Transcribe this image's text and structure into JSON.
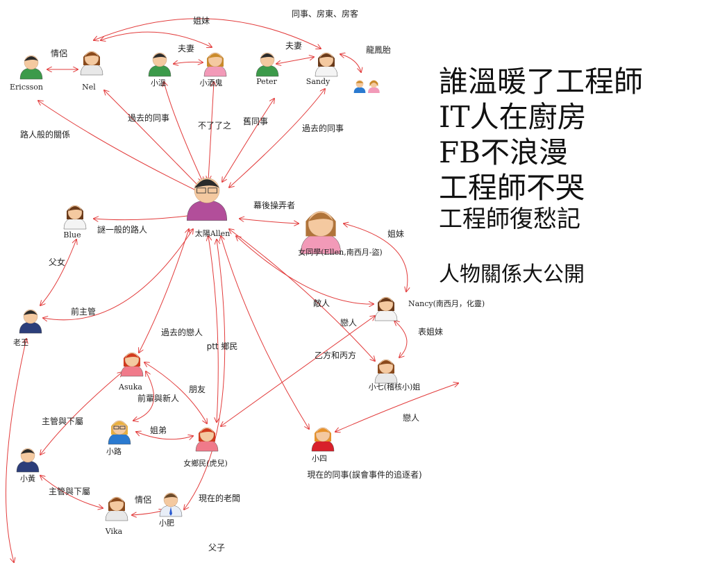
{
  "title_lines": [
    "誰溫暖了工程師",
    "IT人在廚房",
    "FB不浪漫",
    "工程師不哭",
    "工程師復愁記"
  ],
  "subtitle": "人物關係大公開",
  "colors": {
    "edge": "#e23b3b",
    "text": "#222222"
  },
  "people": [
    {
      "id": "ericsson",
      "name": "Ericsson",
      "avatar": "man-green",
      "icon": "man-avatar-icon"
    },
    {
      "id": "nel",
      "name": "Nel",
      "avatar": "woman-brown",
      "icon": "woman-avatar-icon"
    },
    {
      "id": "xiaowen",
      "name": "小溫",
      "avatar": "man-green",
      "icon": "man-avatar-icon"
    },
    {
      "id": "xiaojiugui",
      "name": "小酒鬼",
      "avatar": "woman-pink",
      "icon": "woman-avatar-icon"
    },
    {
      "id": "peter",
      "name": "Peter",
      "avatar": "man-green",
      "icon": "man-avatar-icon"
    },
    {
      "id": "sandy",
      "name": "Sandy",
      "avatar": "woman-white",
      "icon": "woman-avatar-icon"
    },
    {
      "id": "twins",
      "name": "",
      "avatar": "kids",
      "icon": "twin-kids-icon"
    },
    {
      "id": "allen",
      "name": "太陽Allen",
      "avatar": "man-glasses-big",
      "icon": "man-with-glasses-avatar-icon"
    },
    {
      "id": "blue",
      "name": "Blue",
      "avatar": "woman-white",
      "icon": "woman-avatar-icon"
    },
    {
      "id": "ellen",
      "name": "女同學(Ellen,南西月-盜)",
      "avatar": "woman-big-pink",
      "icon": "woman-avatar-icon"
    },
    {
      "id": "nancy",
      "name": "Nancy(南西月，化靈)",
      "avatar": "woman-white",
      "icon": "woman-avatar-icon"
    },
    {
      "id": "laowang",
      "name": "老王",
      "avatar": "man-suit",
      "icon": "man-in-suit-avatar-icon"
    },
    {
      "id": "asuka",
      "name": "Asuka",
      "avatar": "woman-red",
      "icon": "woman-avatar-icon"
    },
    {
      "id": "xiaoqi",
      "name": "小七(稽核小)姐",
      "avatar": "woman-brown",
      "icon": "woman-avatar-icon"
    },
    {
      "id": "xiaolu",
      "name": "小路",
      "avatar": "woman-glasses-blue",
      "icon": "woman-with-glasses-avatar-icon"
    },
    {
      "id": "nvxiangmin",
      "name": "女鄉民(虎兒)",
      "avatar": "woman-red",
      "icon": "woman-avatar-icon"
    },
    {
      "id": "xiaosi",
      "name": "小四",
      "avatar": "woman-orange",
      "icon": "woman-avatar-icon"
    },
    {
      "id": "xiaohuang",
      "name": "小黃",
      "avatar": "man-suit",
      "icon": "man-in-suit-avatar-icon"
    },
    {
      "id": "vika",
      "name": "Vika",
      "avatar": "woman-brown",
      "icon": "woman-avatar-icon"
    },
    {
      "id": "xiaofei",
      "name": "小肥",
      "avatar": "man-tie",
      "icon": "man-with-tie-avatar-icon"
    }
  ],
  "relations": [
    {
      "from": "ericsson",
      "to": "nel",
      "label": "情侶"
    },
    {
      "from": "nel",
      "to": "xiaojiugui",
      "label": "姐妹"
    },
    {
      "from": "xiaowen",
      "to": "xiaojiugui",
      "label": "夫妻"
    },
    {
      "from": "peter",
      "to": "sandy",
      "label": "夫妻"
    },
    {
      "from": "nel",
      "to": "sandy",
      "label": "同事、房東、房客"
    },
    {
      "from": "sandy",
      "to": "twins",
      "label": "龍鳳胎"
    },
    {
      "from": "allen",
      "to": "ericsson",
      "label": "路人般的關係"
    },
    {
      "from": "allen",
      "to": "nel",
      "label": "過去的同事"
    },
    {
      "from": "allen",
      "to": "xiaowen",
      "label": ""
    },
    {
      "from": "allen",
      "to": "xiaojiugui",
      "label": "不了了之"
    },
    {
      "from": "allen",
      "to": "peter",
      "label": "舊同事"
    },
    {
      "from": "allen",
      "to": "sandy",
      "label": "過去的同事"
    },
    {
      "from": "allen",
      "to": "blue",
      "label": "謎一般的路人"
    },
    {
      "from": "allen",
      "to": "ellen",
      "label": "幕後操弄者"
    },
    {
      "from": "ellen",
      "to": "nancy",
      "label": "姐妹"
    },
    {
      "from": "blue",
      "to": "laowang",
      "label": "父女"
    },
    {
      "from": "allen",
      "to": "laowang",
      "label": "前主管"
    },
    {
      "from": "allen",
      "to": "nancy",
      "label": "敵人"
    },
    {
      "from": "nancy",
      "to": "xiaoqi",
      "label": "表姐妹"
    },
    {
      "from": "allen",
      "to": "asuka",
      "label": "過去的戀人"
    },
    {
      "from": "allen",
      "to": "nvxiangmin",
      "label": "ptt 鄉民"
    },
    {
      "from": "nvxiangmin",
      "to": "nancy",
      "label": "戀人"
    },
    {
      "from": "allen",
      "to": "xiaoqi",
      "label": "乙方和丙方"
    },
    {
      "from": "asuka",
      "to": "xiaolu",
      "label": "前輩與新人"
    },
    {
      "from": "asuka",
      "to": "nvxiangmin",
      "label": "朋友"
    },
    {
      "from": "xiaolu",
      "to": "nvxiangmin",
      "label": "姐弟"
    },
    {
      "from": "xiaoqi",
      "to": "xiaosi",
      "label": "戀人"
    },
    {
      "from": "allen",
      "to": "xiaosi",
      "label": "現在的同事(誤會事件的追逐者)"
    },
    {
      "from": "asuka",
      "to": "xiaohuang",
      "label": "主管與下屬"
    },
    {
      "from": "xiaohuang",
      "to": "vika",
      "label": "主管與下屬"
    },
    {
      "from": "vika",
      "to": "xiaofei",
      "label": "情侶"
    },
    {
      "from": "allen",
      "to": "xiaofei",
      "label": "現在的老闆"
    },
    {
      "from": "laowang",
      "to": "xiaosi",
      "label": "父子"
    }
  ]
}
